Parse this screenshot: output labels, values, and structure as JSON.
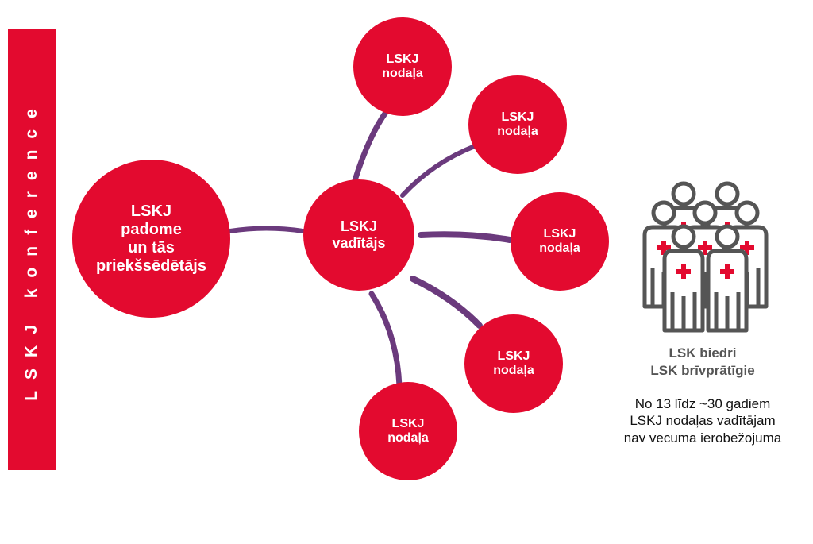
{
  "colors": {
    "node": "#e30a2f",
    "link": "#6b3a7d",
    "icon": "#555555"
  },
  "banner": {
    "text": "LSKJ konference"
  },
  "council": {
    "label": "LSKJ\npadome\nun tās\npriekšsēdētājs"
  },
  "leader": {
    "label": "LSKJ\nvadītājs"
  },
  "branches": [
    {
      "label": "LSKJ\nnodaļa"
    },
    {
      "label": "LSKJ\nnodaļa"
    },
    {
      "label": "LSKJ\nnodaļa"
    },
    {
      "label": "LSKJ\nnodaļa"
    },
    {
      "label": "LSKJ\nnodaļa"
    }
  ],
  "members": {
    "icon": "group-of-people-with-red-cross-icon",
    "title": "LSK biedri\nLSK brīvprātīgie",
    "note": "No 13 līdz ~30 gadiem\nLSKJ nodaļas vadītājam\nnav vecuma ierobežojuma"
  }
}
